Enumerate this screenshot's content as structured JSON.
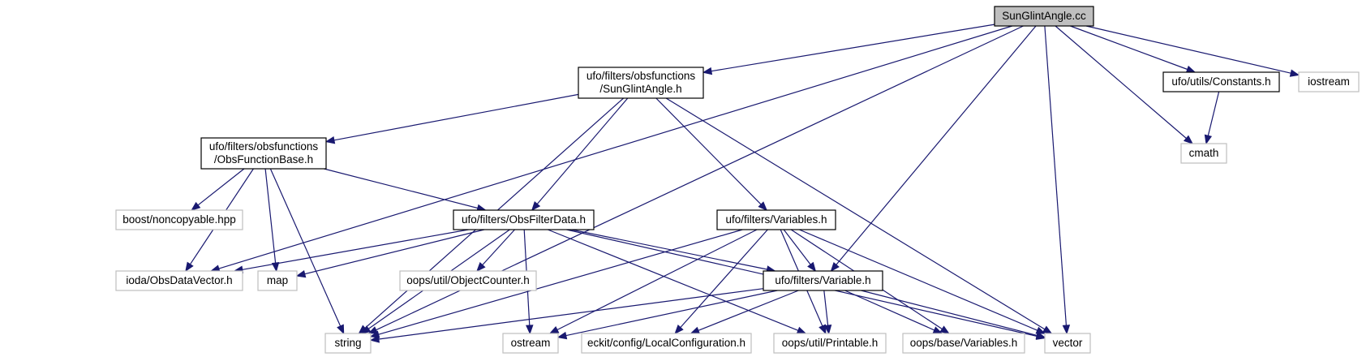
{
  "title": "SunGlintAngle.cc",
  "nodes": {
    "root": {
      "lines": [
        "SunGlintAngle.cc"
      ],
      "kind": "root"
    },
    "sgah": {
      "lines": [
        "ufo/filters/obsfunctions",
        "/SunGlintAngle.h"
      ],
      "kind": "local"
    },
    "constants": {
      "lines": [
        "ufo/utils/Constants.h"
      ],
      "kind": "local"
    },
    "iostream": {
      "lines": [
        "iostream"
      ],
      "kind": "external"
    },
    "cmath": {
      "lines": [
        "cmath"
      ],
      "kind": "external"
    },
    "ofbase": {
      "lines": [
        "ufo/filters/obsfunctions",
        "/ObsFunctionBase.h"
      ],
      "kind": "local"
    },
    "noncopy": {
      "lines": [
        "boost/noncopyable.hpp"
      ],
      "kind": "external"
    },
    "ofd": {
      "lines": [
        "ufo/filters/ObsFilterData.h"
      ],
      "kind": "local"
    },
    "variables": {
      "lines": [
        "ufo/filters/Variables.h"
      ],
      "kind": "local"
    },
    "odv": {
      "lines": [
        "ioda/ObsDataVector.h"
      ],
      "kind": "external"
    },
    "map": {
      "lines": [
        "map"
      ],
      "kind": "external"
    },
    "objcounter": {
      "lines": [
        "oops/util/ObjectCounter.h"
      ],
      "kind": "external"
    },
    "variable": {
      "lines": [
        "ufo/filters/Variable.h"
      ],
      "kind": "local"
    },
    "string": {
      "lines": [
        "string"
      ],
      "kind": "external"
    },
    "ostream": {
      "lines": [
        "ostream"
      ],
      "kind": "external"
    },
    "localconf": {
      "lines": [
        "eckit/config/LocalConfiguration.h"
      ],
      "kind": "external"
    },
    "printable": {
      "lines": [
        "oops/util/Printable.h"
      ],
      "kind": "external"
    },
    "oopsvars": {
      "lines": [
        "oops/base/Variables.h"
      ],
      "kind": "external"
    },
    "vector": {
      "lines": [
        "vector"
      ],
      "kind": "external"
    }
  },
  "edges": [
    [
      "root",
      "sgah"
    ],
    [
      "root",
      "constants"
    ],
    [
      "root",
      "iostream"
    ],
    [
      "root",
      "cmath"
    ],
    [
      "root",
      "variable"
    ],
    [
      "root",
      "vector"
    ],
    [
      "root",
      "odv"
    ],
    [
      "root",
      "string"
    ],
    [
      "sgah",
      "ofbase"
    ],
    [
      "sgah",
      "ofd"
    ],
    [
      "sgah",
      "variables"
    ],
    [
      "sgah",
      "string"
    ],
    [
      "sgah",
      "vector"
    ],
    [
      "constants",
      "cmath"
    ],
    [
      "ofbase",
      "noncopy"
    ],
    [
      "ofbase",
      "ofd"
    ],
    [
      "ofbase",
      "odv"
    ],
    [
      "ofbase",
      "map"
    ],
    [
      "ofbase",
      "string"
    ],
    [
      "ofd",
      "odv"
    ],
    [
      "ofd",
      "map"
    ],
    [
      "ofd",
      "objcounter"
    ],
    [
      "ofd",
      "variable"
    ],
    [
      "ofd",
      "string"
    ],
    [
      "ofd",
      "ostream"
    ],
    [
      "ofd",
      "printable"
    ],
    [
      "ofd",
      "vector"
    ],
    [
      "variables",
      "variable"
    ],
    [
      "variables",
      "string"
    ],
    [
      "variables",
      "ostream"
    ],
    [
      "variables",
      "localconf"
    ],
    [
      "variables",
      "printable"
    ],
    [
      "variables",
      "oopsvars"
    ],
    [
      "variables",
      "vector"
    ],
    [
      "variable",
      "string"
    ],
    [
      "variable",
      "ostream"
    ],
    [
      "variable",
      "localconf"
    ],
    [
      "variable",
      "printable"
    ],
    [
      "variable",
      "oopsvars"
    ],
    [
      "variable",
      "vector"
    ]
  ]
}
